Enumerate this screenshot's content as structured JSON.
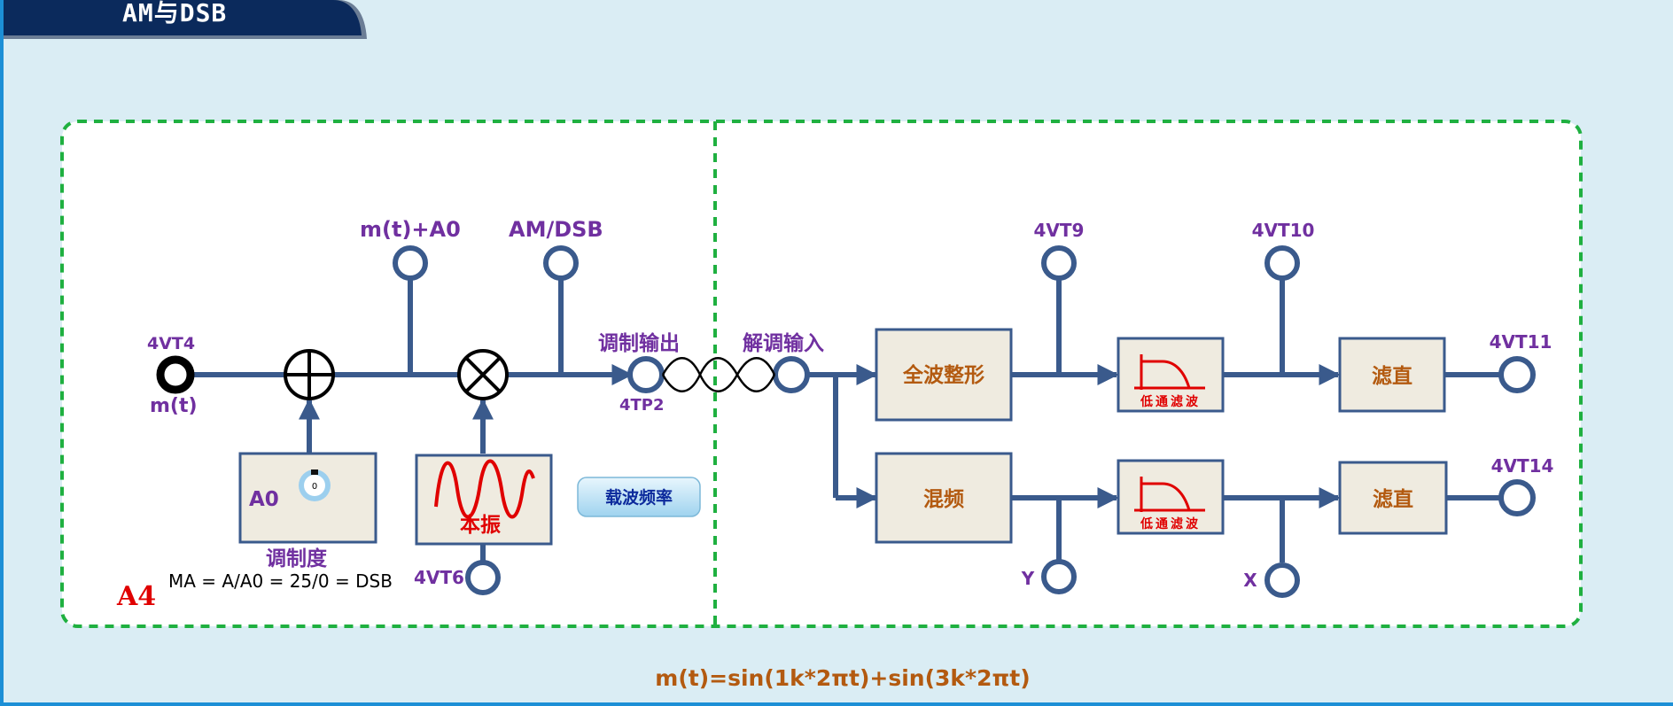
{
  "title": "AM与DSB",
  "section_label": "A4",
  "formula": "m(t)=sin(1k*2πt)+sin(3k*2πt)",
  "ma_readout": "MA = A/A0 = 25/0 = DSB",
  "modulator": {
    "input_point": "4VT4",
    "input_signal": "m(t)",
    "probe_sum": "m(t)+A0",
    "probe_am": "AM/DSB",
    "output_label": "调制输出",
    "output_point": "4TP2",
    "a0_block": "A0",
    "a0_knob_value": "0",
    "a0_caption": "调制度",
    "osc_block": "本振",
    "osc_point": "4VT6",
    "carrier_button": "载波频率"
  },
  "demodulator": {
    "input_label": "解调输入",
    "rectifier_block": "全波整形",
    "mixer_block": "混频",
    "lpf_label_top": "低通滤波",
    "lpf_label_bottom": "低通滤波",
    "dc_block_top": "滤直",
    "dc_block_bottom": "滤直",
    "probe_top_1": "4VT9",
    "probe_top_2": "4VT10",
    "probe_bottom_1": "Y",
    "probe_bottom_2": "X",
    "output_top": "4VT11",
    "output_bottom": "4VT14"
  },
  "colors": {
    "line": "#3a5a8c",
    "dashed_border": "#1fb040",
    "block_fill": "#efebe0",
    "title_bar": "#0b2a5c",
    "frame": "#1c8fd6"
  }
}
